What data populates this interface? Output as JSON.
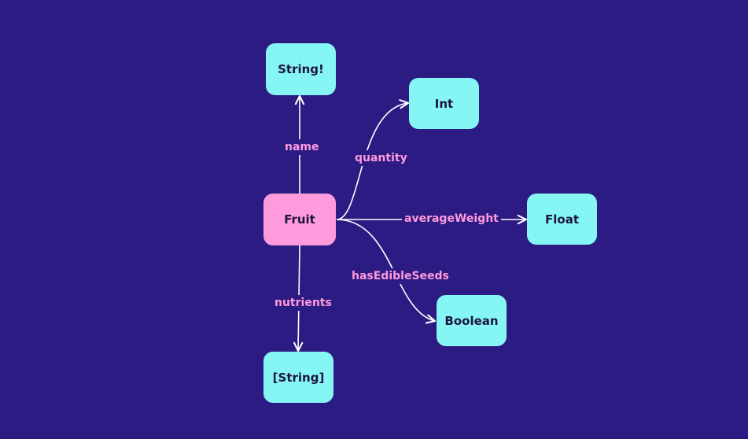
{
  "colors": {
    "background": "#2d1b84",
    "type_node": "#86f6f4",
    "root_node": "#ff9bdc",
    "edge_label": "#ff9bdc",
    "edge_line": "#ffffff"
  },
  "nodes": {
    "fruit": "Fruit",
    "string_required": "String!",
    "int": "Int",
    "float": "Float",
    "boolean": "Boolean",
    "string_list": "[String]"
  },
  "edges": {
    "name": "name",
    "quantity": "quantity",
    "average_weight": "averageWeight",
    "has_edible_seeds": "hasEdibleSeeds",
    "nutrients": "nutrients"
  }
}
